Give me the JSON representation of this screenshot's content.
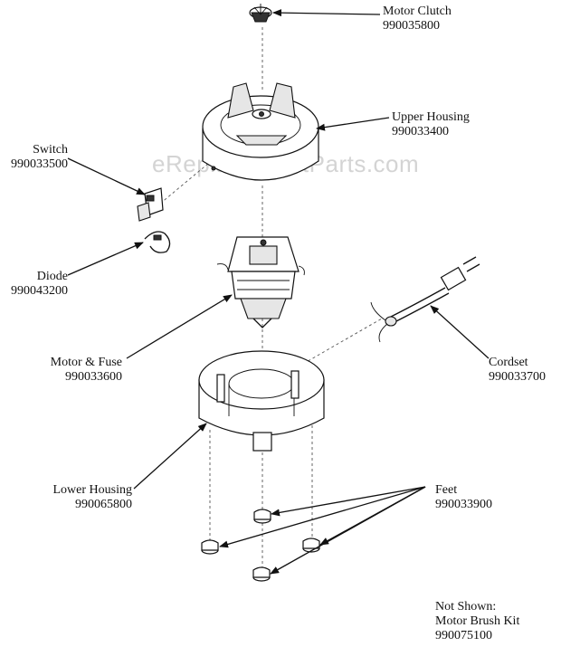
{
  "watermark": "eReplacementParts.com",
  "parts": {
    "motor_clutch": {
      "name": "Motor Clutch",
      "number": "990035800"
    },
    "upper_housing": {
      "name": "Upper Housing",
      "number": "990033400"
    },
    "switch": {
      "name": "Switch",
      "number": "990033500"
    },
    "diode": {
      "name": "Diode",
      "number": "990043200"
    },
    "motor_fuse": {
      "name": "Motor & Fuse",
      "number": "990033600"
    },
    "cordset": {
      "name": "Cordset",
      "number": "990033700"
    },
    "lower_housing": {
      "name": "Lower Housing",
      "number": "990065800"
    },
    "feet": {
      "name": "Feet",
      "number": "990033900"
    }
  },
  "not_shown": {
    "heading": "Not Shown:",
    "name": "Motor Brush Kit",
    "number": "990075100"
  },
  "colors": {
    "line": "#111111",
    "watermark": "#d4d4d4",
    "background": "#ffffff"
  }
}
